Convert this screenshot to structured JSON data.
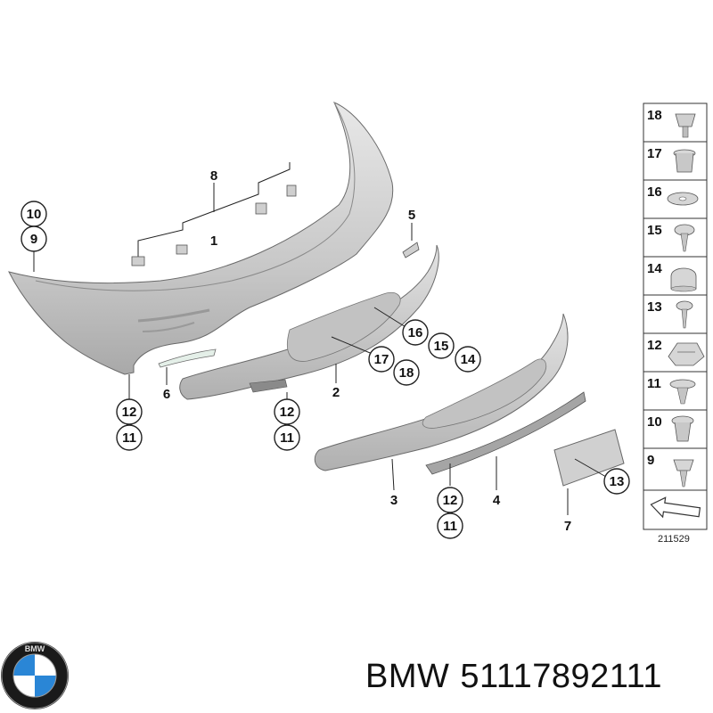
{
  "diagram": {
    "id_label": "211529",
    "callouts": {
      "c10a": "10",
      "c9a": "9",
      "c8": "8",
      "c1": "1",
      "c5": "5",
      "c16": "16",
      "c15": "15",
      "c14": "14",
      "c17": "17",
      "c18": "18",
      "c6": "6",
      "c2": "2",
      "c12a": "12",
      "c11a": "11",
      "c12b": "12",
      "c11b": "11",
      "c3": "3",
      "c12c": "12",
      "c11c": "11",
      "c4": "4",
      "c13": "13",
      "c7": "7"
    },
    "side_panel": [
      "18",
      "17",
      "16",
      "15",
      "14",
      "13",
      "12",
      "11",
      "10",
      "9"
    ]
  },
  "footer": {
    "brand": "BMW",
    "part_number": "51117892111"
  },
  "colors": {
    "part_fill": "#d6d6d6",
    "part_stroke": "#6a6a6a",
    "logo_blue": "#2a86d6",
    "logo_ring": "#1a1a1a"
  }
}
